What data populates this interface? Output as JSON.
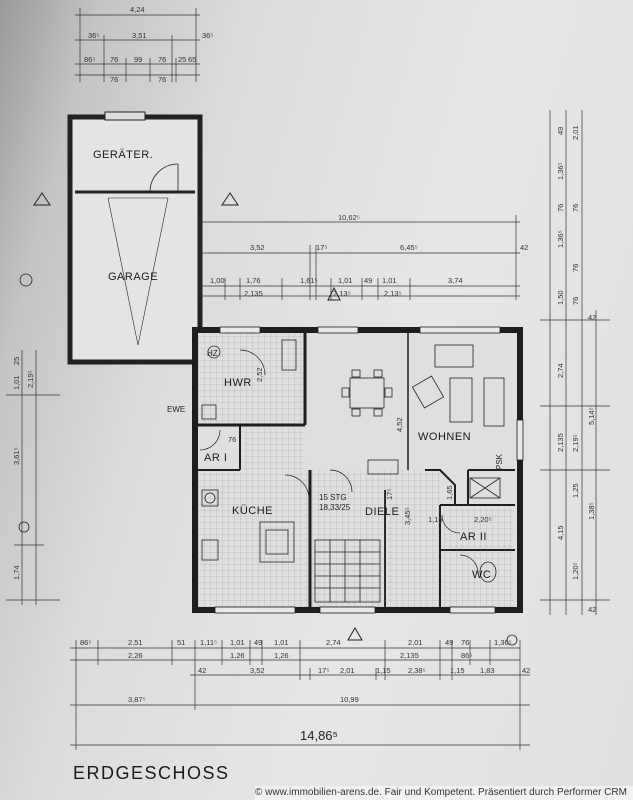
{
  "title": "ERDGESCHOSS",
  "footer": "© www.immobilien-arens.de. Fair und Kompetent. Präsentiert durch Performer CRM",
  "rooms": {
    "geraeter": "GERÄTER.",
    "garage": "GARAGE",
    "hwr": "HWR",
    "hz": "HZ",
    "ar1": "AR I",
    "ar2": "AR II",
    "kueche": "KÜCHE",
    "diele": "DIELE",
    "wohnen": "WOHNEN",
    "wc": "WC",
    "ewe": "EWE",
    "psk": "PSK"
  },
  "stairs": {
    "steps": "15 STG",
    "ratio": "18,33/25"
  },
  "top_dims": {
    "d424": "4,24",
    "d365a": "36⁵",
    "d351": "3,51",
    "d365b": "36⁵",
    "d865": "86⁵",
    "d76a": "76",
    "d99": "99",
    "d76b": "76",
    "d25": "25",
    "d65": "65",
    "d76c": "76",
    "d76d": "76"
  },
  "upper_dims": {
    "d10625": "10,62⁵",
    "d352": "3,52",
    "d175": "17⁵",
    "d645": "6,45⁵",
    "d42": "42",
    "d100": "1,00",
    "d176": "1,76",
    "d1615": "1,61⁵",
    "d101a": "1,01",
    "d49": "49",
    "d101b": "1,01",
    "d374": "3,74",
    "d2135a": "2,135",
    "d2135b": "2,13⁵",
    "d2135c": "2,13⁵"
  },
  "right_dims": {
    "d49": "49",
    "d201": "2,01",
    "d1365a": "1,36⁵",
    "d76a": "76",
    "d1365b": "1,36⁵",
    "d76b": "76",
    "d76c": "76",
    "d150": "1,50",
    "d76d": "76",
    "d42a": "42",
    "d274": "2,74",
    "d2135": "2,135",
    "d2195": "2,19⁵",
    "d5145": "5,14⁵",
    "d415": "4,15",
    "d125": "1,25",
    "d1385": "1,38⁵",
    "d1205": "1,20⁵",
    "d42b": "42"
  },
  "left_dims": {
    "d25": "25",
    "d101": "1,01",
    "d2195": "2,19⁵",
    "d3615": "3,61⁵",
    "d174": "1,74"
  },
  "bottom_dims": {
    "d865": "86⁵",
    "d251": "2,51",
    "d226": "2,26",
    "d51": "51",
    "d1115": "1,11⁵",
    "d101a": "1,01",
    "d49": "49",
    "d101b": "1,01",
    "d126a": "1,26",
    "d126b": "1,26",
    "d274": "2,74",
    "d201": "2,01",
    "d2135": "2,135",
    "d49b": "49",
    "d76": "76",
    "d865b": "86⁵",
    "d1365": "1,36⁵",
    "d42a": "42",
    "d352": "3,52",
    "d175": "17⁵",
    "d201b": "2,01",
    "d115a": "1,15",
    "d2385": "2,38⁵",
    "d115b": "1,15",
    "d183": "1,83",
    "d42b": "42",
    "d3875": "3,87⁵",
    "d1099": "10,99",
    "d14865": "14,86⁵"
  },
  "inner_dims": {
    "d452": "4,52",
    "d252": "2,52",
    "d76": "76",
    "d175": "17⁵",
    "d3455": "3,45⁵",
    "d2205": "2,20⁵",
    "d115": "1,15",
    "d165": "1,65"
  }
}
